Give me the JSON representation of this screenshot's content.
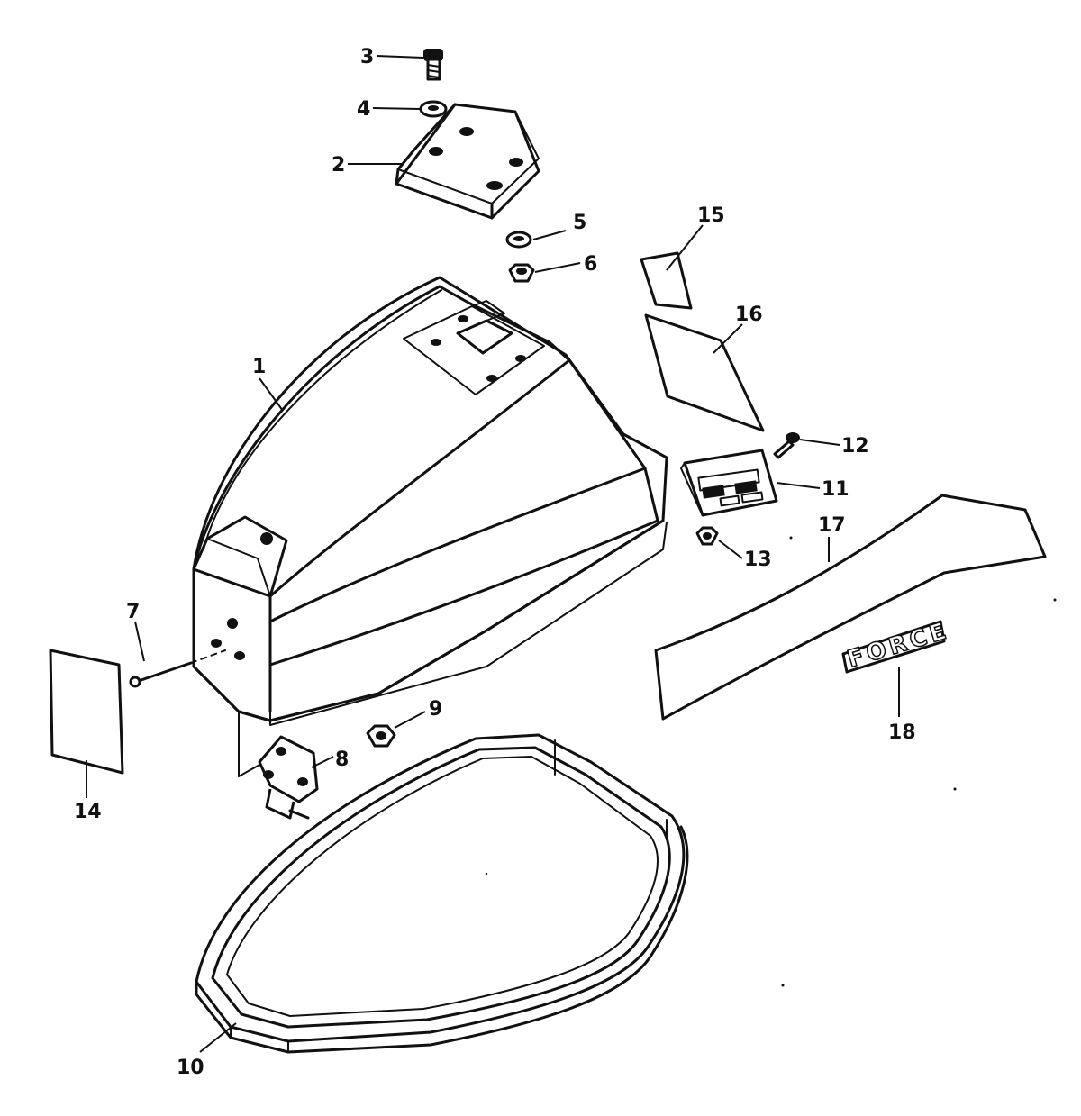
{
  "diagram": {
    "parts": [
      {
        "id": "1",
        "name": "cowl"
      },
      {
        "id": "2",
        "name": "top-pad"
      },
      {
        "id": "3",
        "name": "screw"
      },
      {
        "id": "4",
        "name": "washer"
      },
      {
        "id": "5",
        "name": "washer"
      },
      {
        "id": "6",
        "name": "nut"
      },
      {
        "id": "7",
        "name": "screw"
      },
      {
        "id": "8",
        "name": "latch"
      },
      {
        "id": "9",
        "name": "nut"
      },
      {
        "id": "10",
        "name": "seal"
      },
      {
        "id": "11",
        "name": "plate"
      },
      {
        "id": "12",
        "name": "screw"
      },
      {
        "id": "13",
        "name": "nut"
      },
      {
        "id": "14",
        "name": "decal"
      },
      {
        "id": "15",
        "name": "decal"
      },
      {
        "id": "16",
        "name": "decal"
      },
      {
        "id": "17",
        "name": "decal-stripe"
      },
      {
        "id": "18",
        "name": "emblem"
      }
    ],
    "emblem_text": "FORCE"
  }
}
